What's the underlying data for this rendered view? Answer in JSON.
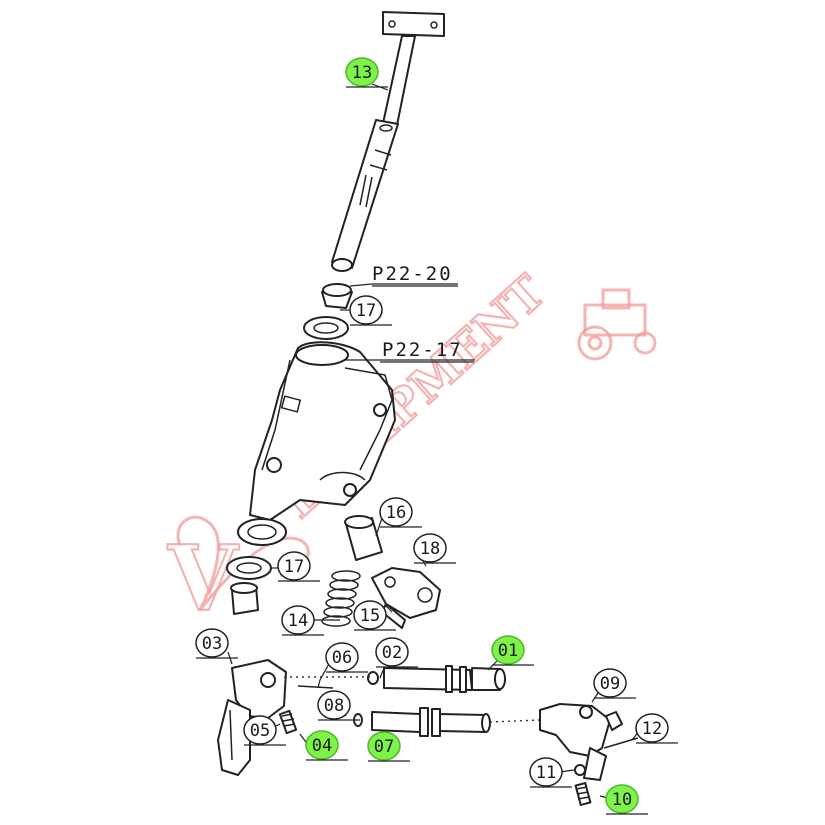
{
  "watermark": {
    "brand_text": "EQUIPMENT",
    "script_text": "V",
    "color": "#f19a9a",
    "icon": "tractor-icon"
  },
  "callouts": [
    {
      "id": "c13",
      "label": "13",
      "highlighted": true
    },
    {
      "id": "c17a",
      "label": "17",
      "highlighted": false
    },
    {
      "id": "c16",
      "label": "16",
      "highlighted": false
    },
    {
      "id": "c17b",
      "label": "17",
      "highlighted": false
    },
    {
      "id": "c18",
      "label": "18",
      "highlighted": false
    },
    {
      "id": "c14",
      "label": "14",
      "highlighted": false
    },
    {
      "id": "c15",
      "label": "15",
      "highlighted": false
    },
    {
      "id": "c03",
      "label": "03",
      "highlighted": false
    },
    {
      "id": "c06",
      "label": "06",
      "highlighted": false
    },
    {
      "id": "c02",
      "label": "02",
      "highlighted": false
    },
    {
      "id": "c01",
      "label": "01",
      "highlighted": true
    },
    {
      "id": "c08",
      "label": "08",
      "highlighted": false
    },
    {
      "id": "c05",
      "label": "05",
      "highlighted": false
    },
    {
      "id": "c04",
      "label": "04",
      "highlighted": true
    },
    {
      "id": "c07",
      "label": "07",
      "highlighted": true
    },
    {
      "id": "c09",
      "label": "09",
      "highlighted": false
    },
    {
      "id": "c12",
      "label": "12",
      "highlighted": false
    },
    {
      "id": "c11",
      "label": "11",
      "highlighted": false
    },
    {
      "id": "c10",
      "label": "10",
      "highlighted": true
    }
  ],
  "refs": {
    "p22_20": "P22-20",
    "p22_17": "P22-17"
  },
  "colors": {
    "highlight": "#7ff24a",
    "line": "#222222"
  }
}
